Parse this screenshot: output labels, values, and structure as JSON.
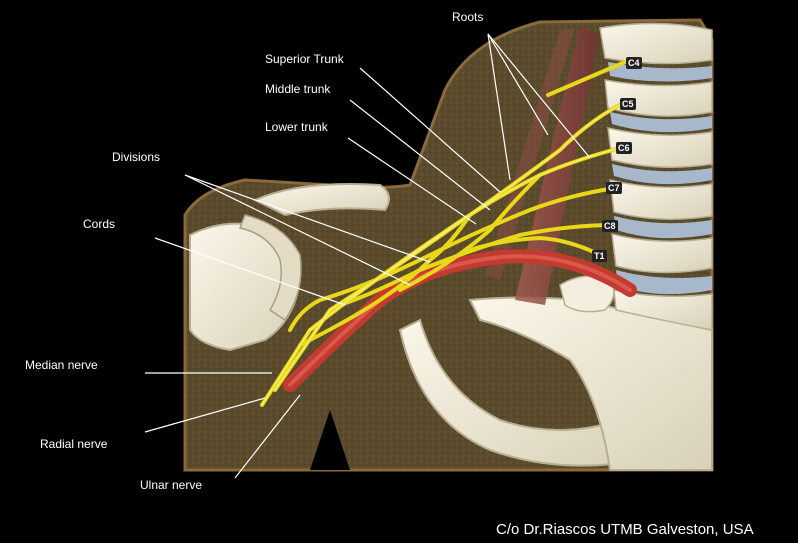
{
  "labels": {
    "roots": "Roots",
    "superior_trunk": "Superior Trunk",
    "middle_trunk": "Middle trunk",
    "lower_trunk": "Lower trunk",
    "divisions": "Divisions",
    "cords": "Cords",
    "median_nerve": "Median nerve",
    "radial_nerve": "Radial nerve",
    "ulnar_nerve": "Ulnar nerve"
  },
  "vertebrae": {
    "c4": "C4",
    "c5": "C5",
    "c6": "C6",
    "c7": "C7",
    "c8": "C8",
    "t1": "T1"
  },
  "credit": "C/o Dr.Riascos UTMB  Galveston, USA",
  "colors": {
    "background": "#000000",
    "tissue": "#5a4a2c",
    "bone": "#efe9d6",
    "nerve": "#e8d818",
    "artery": "#c43a2e",
    "muscle": "#8a4a44",
    "disc": "#a8b8cc"
  }
}
